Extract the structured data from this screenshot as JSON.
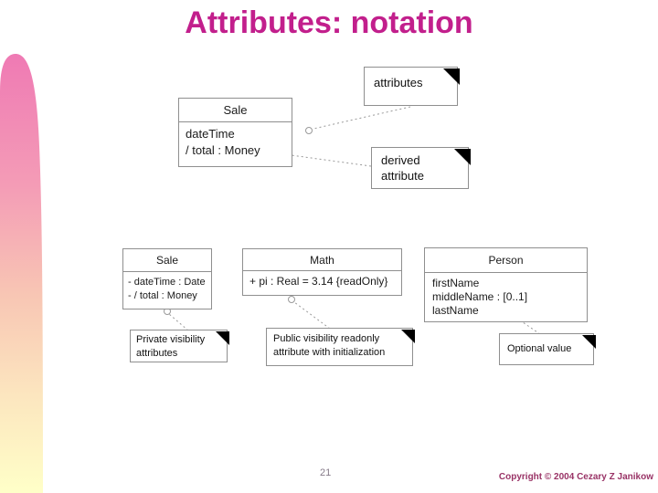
{
  "title": "Attributes: notation",
  "colors": {
    "title": "#c21f8c",
    "copyright": "#993366",
    "box_border": "#8f8f8f",
    "connector": "#999999",
    "gradient_top": "#ef7ab4",
    "gradient_bottom": "#ffffc8"
  },
  "top_diagram": {
    "sale_class": {
      "name": "Sale",
      "attributes": [
        "dateTime",
        "/ total : Money"
      ]
    },
    "attributes_note": "attributes",
    "derived_note": "derived attribute"
  },
  "bottom_diagram": {
    "sale_class": {
      "name": "Sale",
      "attributes": [
        "- dateTime : Date",
        "- / total : Money"
      ]
    },
    "math_class": {
      "name": "Math",
      "attributes": [
        "+ pi : Real = 3.14 {readOnly}"
      ]
    },
    "person_class": {
      "name": "Person",
      "attributes": [
        "firstName",
        "middleName : [0..1]",
        "lastName"
      ]
    },
    "private_note": "Private visibility attributes",
    "public_note": "Public visibility readonly attribute with initialization",
    "optional_note": "Optional value"
  },
  "footer": {
    "page_number": "21",
    "copyright": "Copyright © 2004 Cezary Z Janikow"
  }
}
